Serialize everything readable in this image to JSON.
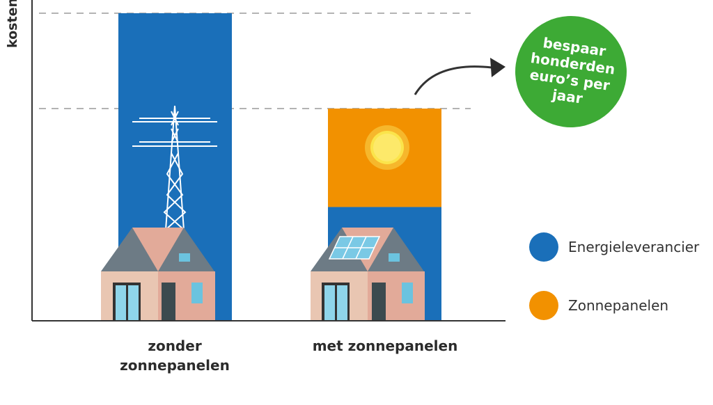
{
  "chart_data": {
    "type": "bar",
    "stacked": true,
    "ylabel": "kosten",
    "xlabel": "",
    "ylim": [
      0,
      100
    ],
    "grid": "dashed reference lines at bar tops",
    "categories": [
      "zonder zonnepanelen",
      "met zonnepanelen"
    ],
    "series": [
      {
        "name": "Energieleverancier",
        "color": "#1a6fb9",
        "values": [
          100,
          37
        ]
      },
      {
        "name": "Zonnepanelen",
        "color": "#f29100",
        "values": [
          0,
          32
        ]
      }
    ],
    "annotation": "bespaar honderden euro’s per jaar",
    "annotation_color": "#3daa35",
    "legend_placement": "right"
  },
  "icons": [
    "power-pylon-icon",
    "sun-icon",
    "house-icon",
    "house-with-solar-panels-icon",
    "arrow-icon"
  ],
  "colors": {
    "axis": "#333333",
    "gridline": "#9a9a9a"
  }
}
